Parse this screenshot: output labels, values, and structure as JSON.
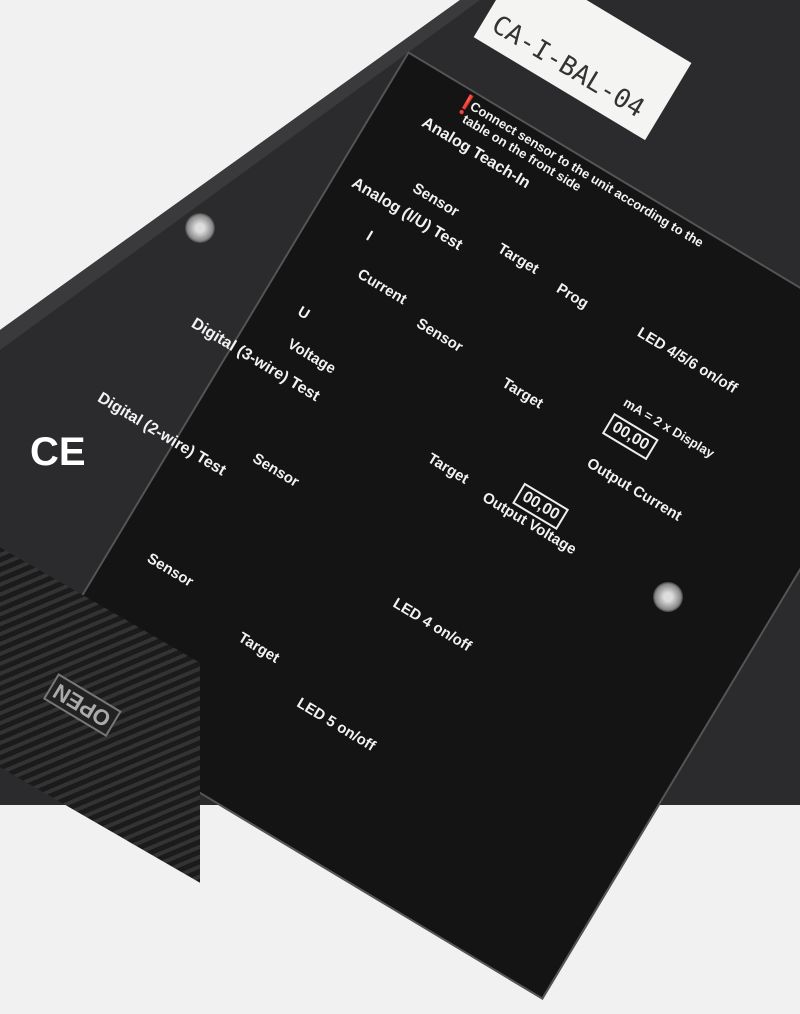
{
  "device_label": "CA-I-BAL-04",
  "panel": {
    "notice_icon": "exclamation-icon",
    "notice": "Connect sensor to the unit according to the table on the front side",
    "analog_teach_in": {
      "title": "Analog Teach-In",
      "sensor": "Sensor",
      "target": "Target",
      "prog": "Prog",
      "led": "LED 4/5/6 on/off"
    },
    "analog_iu_test": {
      "title": "Analog (I/U) Test",
      "current_symbol": "I",
      "current": "Current",
      "voltage_symbol": "U",
      "voltage": "Voltage",
      "sensor": "Sensor",
      "target": "Target",
      "formula": "mA = 2 x Display",
      "current_display": "00,00",
      "output_current": "Output Current"
    },
    "digital_3wire": {
      "title": "Digital (3-wire) Test",
      "sensor": "Sensor",
      "target": "Target",
      "voltage_display": "00,00",
      "output_voltage": "Output Voltage",
      "led": "LED 4 on/off"
    },
    "digital_2wire": {
      "title": "Digital (2-wire) Test",
      "sensor": "Sensor",
      "target": "Target",
      "led": "LED 5 on/off"
    },
    "ce_mark": "CE"
  },
  "open_button": "OPEN",
  "colors": {
    "housing": "#2b2b2d",
    "panel": "#141414",
    "print": "#f2f2f2",
    "background": "#f1f1f1"
  }
}
